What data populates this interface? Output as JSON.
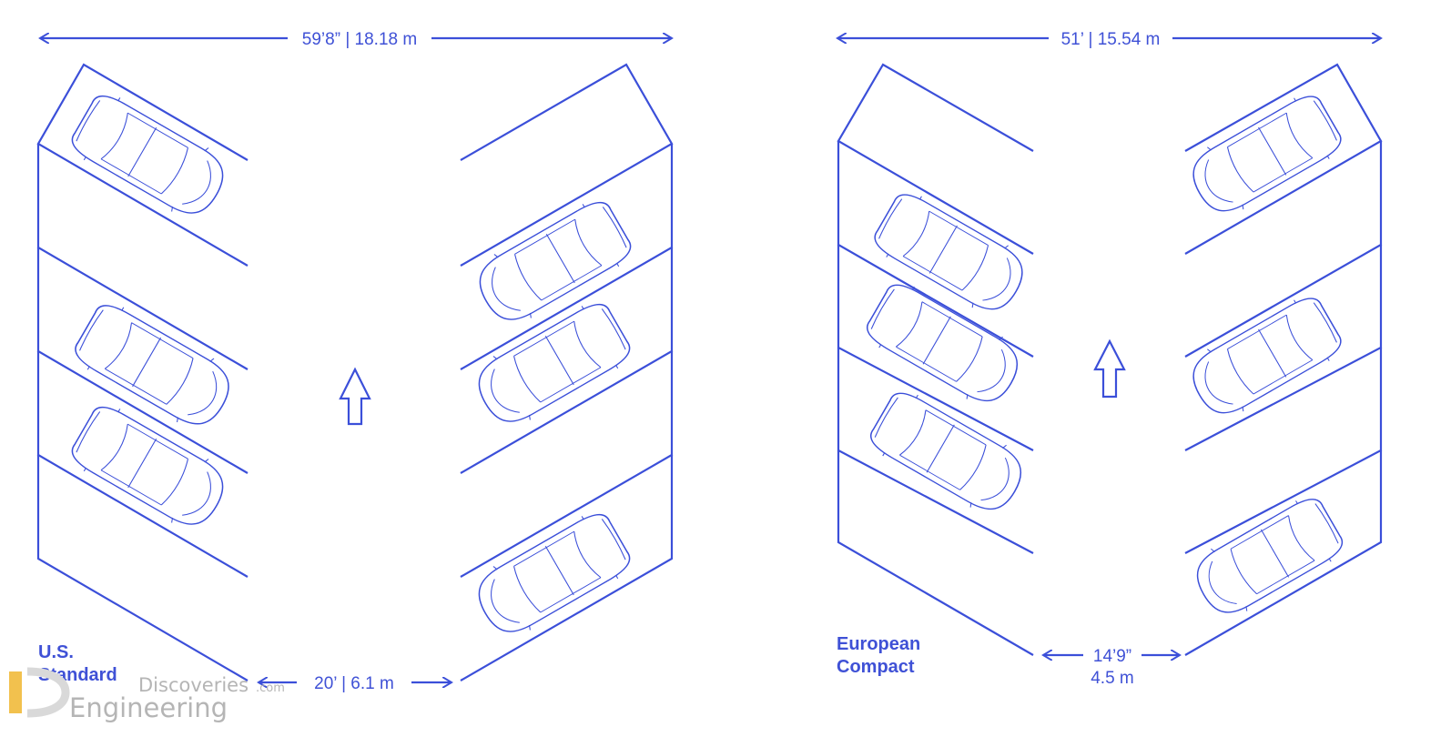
{
  "title": "",
  "colors": {
    "line": "#3b4fd9",
    "text": "#3f51d6",
    "watermark": "#b5b5b5",
    "logo": "#f2c14e"
  },
  "left_layout": {
    "label_line1": "U.S.",
    "label_line2": "Standard",
    "total_width": "59’8” | 18.18 m",
    "stall_width": "20’ | 6.1 m",
    "direction": "arrow-up-icon"
  },
  "right_layout": {
    "label_line1": "European",
    "label_line2": "Compact",
    "total_width": "51’ | 15.54 m",
    "stall_width_line1": "14’9”",
    "stall_width_line2": "4.5 m",
    "direction": "arrow-up-icon"
  },
  "watermark": {
    "line1": "Discoveries",
    "line1_suffix": ".com",
    "line2": "Engineering"
  }
}
